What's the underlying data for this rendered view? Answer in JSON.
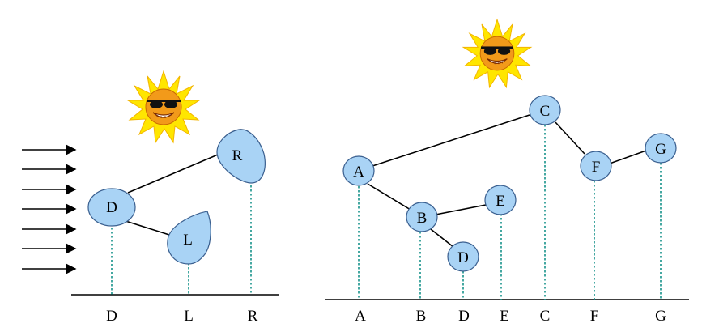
{
  "colors": {
    "node_fill": "#a9d3f5",
    "node_stroke": "#3a5f8f",
    "drop_line": "#17928a",
    "edge": "#000000",
    "sun_body": "#f29a1a",
    "sun_rays": "#ffe600"
  },
  "icons": {
    "light_source": "sun-with-sunglasses-icon",
    "light_direction": "right-arrow-icon"
  },
  "left_diagram": {
    "nodes": [
      {
        "id": "D",
        "label": "D"
      },
      {
        "id": "L",
        "label": "L"
      },
      {
        "id": "R",
        "label": "R"
      }
    ],
    "axis_labels": [
      "D",
      "L",
      "R"
    ],
    "light_arrow_count": 7
  },
  "right_diagram": {
    "nodes": [
      {
        "id": "A",
        "label": "A"
      },
      {
        "id": "B",
        "label": "B"
      },
      {
        "id": "D",
        "label": "D"
      },
      {
        "id": "E",
        "label": "E"
      },
      {
        "id": "C",
        "label": "C"
      },
      {
        "id": "F",
        "label": "F"
      },
      {
        "id": "G",
        "label": "G"
      }
    ],
    "axis_labels": [
      "A",
      "B",
      "D",
      "E",
      "C",
      "F",
      "G"
    ]
  }
}
